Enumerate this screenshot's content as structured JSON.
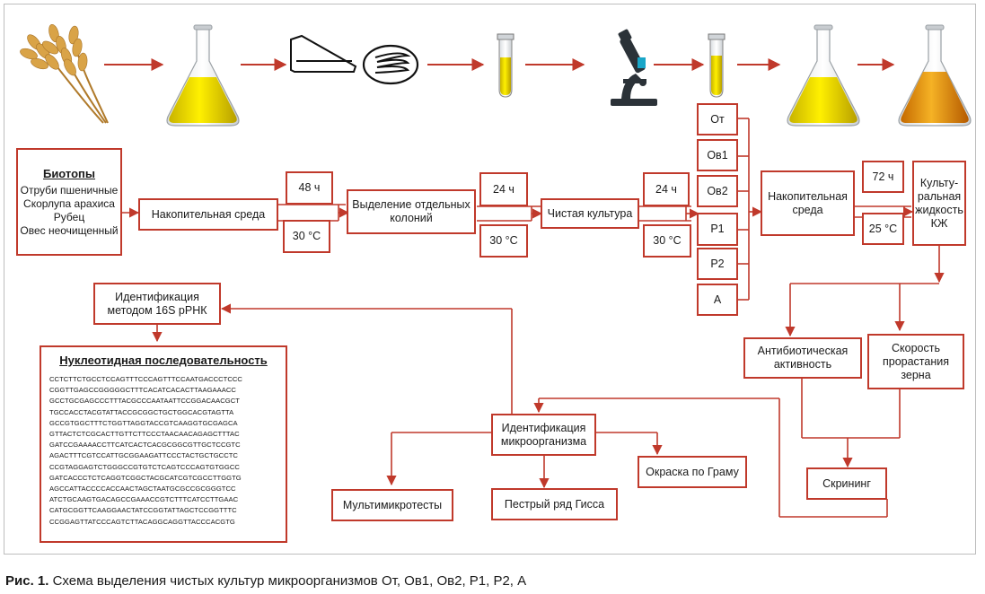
{
  "colors": {
    "accent": "#c0392b",
    "liquid_yellow": "#e8d800",
    "liquid_orange": "#e08a10"
  },
  "icons": [
    "wheat-icon",
    "flask-yellow-icon",
    "pipette-icon",
    "petri-dish-icon",
    "test-tube-icon",
    "microscope-icon",
    "test-tube-icon",
    "flask-yellow-icon",
    "flask-orange-icon"
  ],
  "biotopes": {
    "title": "Биотопы",
    "items": [
      "Отруби пшеничные",
      "Скорлупа арахиса",
      "Рубец",
      "Овес неочищенный"
    ]
  },
  "boxes": {
    "enrichment1": "Накопительная среда",
    "time1": "48 ч",
    "temp1": "30 °С",
    "isolation": "Выделение отдельных колоний",
    "time2": "24 ч",
    "temp2": "30 °С",
    "pure_culture": "Чистая культура",
    "time3": "24 ч",
    "temp3": "30 °С",
    "strains": [
      "От",
      "Ов1",
      "Ов2",
      "Р1",
      "Р2",
      "А"
    ],
    "enrichment2": "Накопительная среда",
    "time4": "72 ч",
    "temp4": "25 °С",
    "culture_liquid": "Культу-ральная жидкость КЖ",
    "antibiotic": "Антибиотическая активность",
    "germination": "Скорость прорастания зерна",
    "screening": "Скрининг",
    "identification_16s": "Идентификация методом 16S рРНК",
    "identification": "Идентификация микроорганизма",
    "multitests": "Мультимикротесты",
    "hiss": "Пестрый ряд Гисса",
    "gram": "Окраска по Граму"
  },
  "sequence": {
    "title": "Нуклеотидная последовательность",
    "lines": [
      "CCTCTTCTGCCTCCAGTTTCCCAGTTTCCAATGACCCTCCC",
      "CGGTTGAGCCGGGGGCTTTCACATCACACTTAAGAAACC",
      "GCCTGCGAGCCCTTTACGCCCAATAATTCCGGACAACGCT",
      "TGCCACCTACGTATTACCGCGGCTGCTGGCACGTAGTTA",
      "GCCGTGGCTTTCTGGTTAGGTACCGTCAAGGTGCGAGCA",
      "GTTACTCTCGCACTTGTTCTTCCCTAACAACAGAGCTTTAC",
      "GATCCGAAAACCTTCATCACTCACGCGGCGTTGCTCCGTC",
      "AGACTTTCGTCCATTGCGGAAGATTCCCTACTGCTGCCTC",
      "CCGTAGGAGTCTGGGCCGTGTCTCAGTCCCAGTGTGGCC",
      "GATCACCCTCTCAGGTCGGCTACGCATCGTCGCCTTGGTG",
      "AGCCATTACCCCACCAACTAGCTAATGCGCCGCGGGTCC",
      "ATCTGCAAGTGACAGCCGAAACCGTCTTTCATCCTTGAAC",
      "CATGCGGTTCAAGGAACTATCCGGTATTAGCTCCGGTTTC",
      "CCGGAGTTATCCCAGTCTTACAGGCAGGTTACCCACGTG"
    ]
  },
  "caption": {
    "label": "Рис. 1.",
    "text": " Схема выделения чистых культур микроорганизмов  От, Ов1, Ов2, Р1, Р2, А"
  }
}
